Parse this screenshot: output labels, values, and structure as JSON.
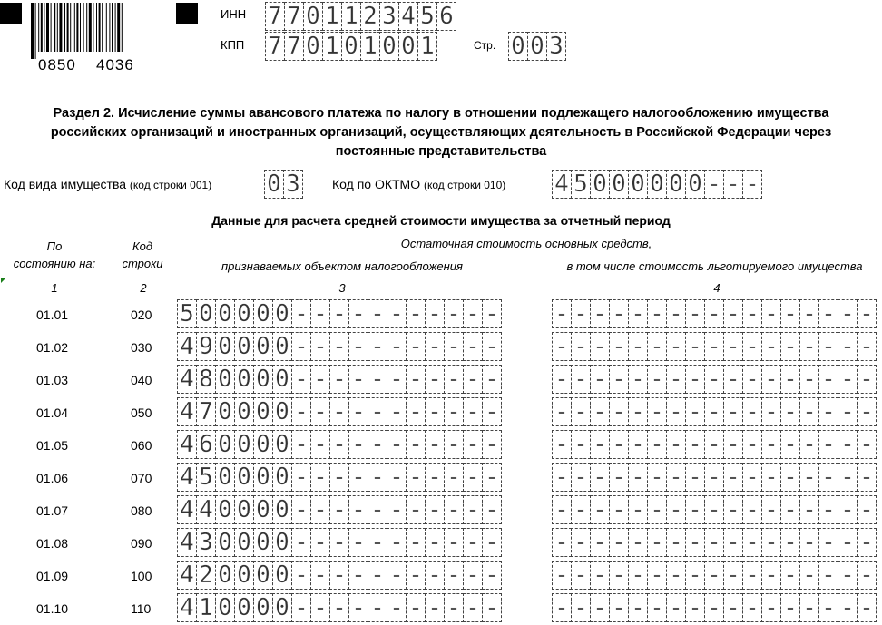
{
  "barcode": {
    "left_num": "0850",
    "right_num": "4036"
  },
  "header": {
    "inn_label": "ИНН",
    "inn_digits": [
      "7",
      "7",
      "0",
      "1",
      "1",
      "2",
      "3",
      "4",
      "5",
      "6"
    ],
    "kpp_label": "КПП",
    "kpp_digits": [
      "7",
      "7",
      "0",
      "1",
      "0",
      "1",
      "0",
      "0",
      "1"
    ],
    "page_label": "Стр.",
    "page_digits": [
      "0",
      "0",
      "3"
    ]
  },
  "section": {
    "title_line1": "Раздел 2. Исчисление суммы авансового платежа по налогу в отношении подлежащего налогообложению имущества",
    "title_line2": "российских организаций и иностранных организаций, осуществляющих деятельность в Российской Федерации через",
    "title_line3": "постоянные представительства"
  },
  "property": {
    "type_label": "Код вида имущества",
    "type_hint": "(код строки 001)",
    "type_digits": [
      "0",
      "3"
    ],
    "oktmo_label": "Код по ОКТМО",
    "oktmo_hint": "(код строки 010)",
    "oktmo_digits": [
      "4",
      "5",
      "0",
      "0",
      "0",
      "0",
      "0",
      "0",
      "-",
      "-",
      "-"
    ]
  },
  "table": {
    "title": "Данные для расчета средней стоимости имущества за отчетный период",
    "col1_line1": "По",
    "col1_line2": "состоянию на:",
    "col2_line1": "Код",
    "col2_line2": "строки",
    "col34_header": "Остаточная стоимость основных средств,",
    "col3_header": "признаваемых объектом налогообложения",
    "col4_header": "в том числе стоимость льготируемого имущества",
    "num1": "1",
    "num2": "2",
    "num3": "3",
    "num4": "4",
    "rows": [
      {
        "date": "01.01",
        "code": "020",
        "value": "500000"
      },
      {
        "date": "01.02",
        "code": "030",
        "value": "490000"
      },
      {
        "date": "01.03",
        "code": "040",
        "value": "480000"
      },
      {
        "date": "01.04",
        "code": "050",
        "value": "470000"
      },
      {
        "date": "01.05",
        "code": "060",
        "value": "460000"
      },
      {
        "date": "01.06",
        "code": "070",
        "value": "450000"
      },
      {
        "date": "01.07",
        "code": "080",
        "value": "440000"
      },
      {
        "date": "01.08",
        "code": "090",
        "value": "430000"
      },
      {
        "date": "01.09",
        "code": "100",
        "value": "420000"
      },
      {
        "date": "01.10",
        "code": "110",
        "value": "410000"
      }
    ],
    "empty_cell": "-"
  }
}
